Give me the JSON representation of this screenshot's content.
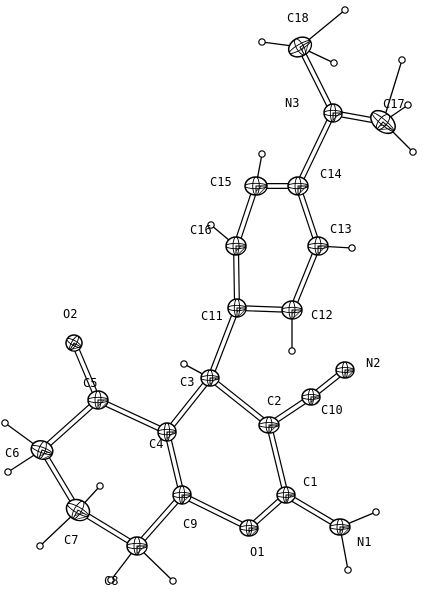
{
  "atoms": [
    {
      "label": "C18"
    },
    {
      "label": "N3"
    },
    {
      "label": "C17"
    },
    {
      "label": "C15"
    },
    {
      "label": "C14"
    },
    {
      "label": "C16"
    },
    {
      "label": "C13"
    },
    {
      "label": "C11"
    },
    {
      "label": "C12"
    },
    {
      "label": "O2"
    },
    {
      "label": "N2"
    },
    {
      "label": "C3"
    },
    {
      "label": "C5"
    },
    {
      "label": "C2"
    },
    {
      "label": "C10"
    },
    {
      "label": "C6"
    },
    {
      "label": "C4"
    },
    {
      "label": "C1"
    },
    {
      "label": "C9"
    },
    {
      "label": "C7"
    },
    {
      "label": "O1"
    },
    {
      "label": "N1"
    },
    {
      "label": "C8"
    }
  ]
}
